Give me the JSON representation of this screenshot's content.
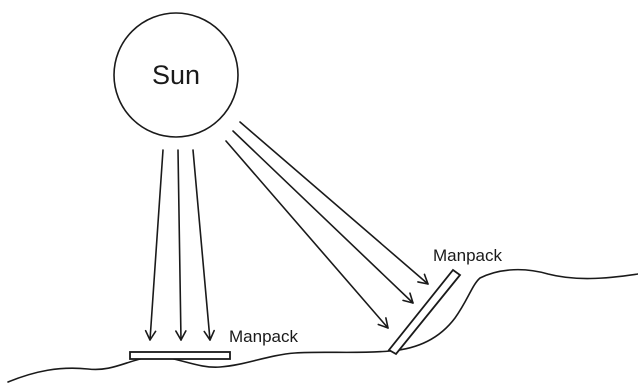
{
  "sun": {
    "label": "Sun"
  },
  "panels": [
    {
      "label": "Manpack"
    },
    {
      "label": "Manpack"
    }
  ]
}
